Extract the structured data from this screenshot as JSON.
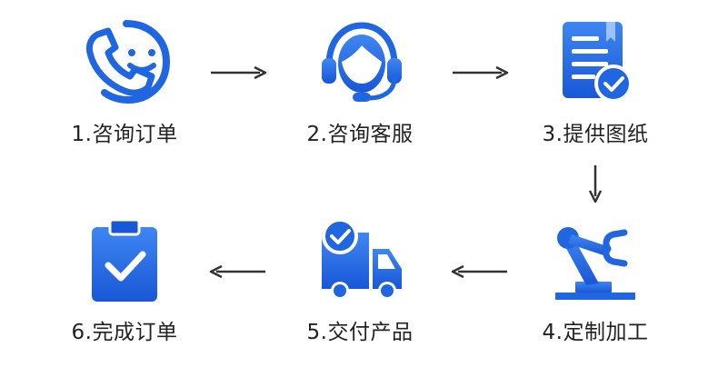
{
  "colors": {
    "primary": "#1f66e0",
    "light": "#3b82f6",
    "text": "#222222",
    "arrow": "#333333"
  },
  "steps": [
    {
      "label": "1.咨询订单",
      "icon": "phone-smile-icon"
    },
    {
      "label": "2.咨询客服",
      "icon": "customer-service-headset-icon"
    },
    {
      "label": "3.提供图纸",
      "icon": "document-check-icon"
    },
    {
      "label": "4.定制加工",
      "icon": "robot-arm-icon"
    },
    {
      "label": "5.交付产品",
      "icon": "delivery-truck-icon"
    },
    {
      "label": "6.完成订单",
      "icon": "clipboard-check-icon"
    }
  ]
}
